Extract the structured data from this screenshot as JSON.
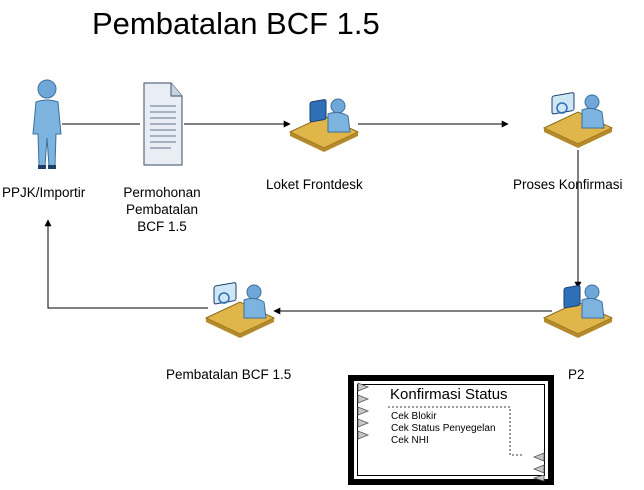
{
  "title": "Pembatalan BCF 1.5",
  "nodes": {
    "importir": "PPJK/Importir",
    "document": [
      "Permohonan",
      "Pembatalan",
      "BCF 1.5"
    ],
    "frontdesk": "Loket Frontdesk",
    "konfirmasi": "Proses Konfirmasi",
    "p2": "P2",
    "pembatalan": "Pembatalan BCF 1.5"
  },
  "status_box": {
    "title": "Konfirmasi Status",
    "items": [
      "Cek Blokir",
      "Cek Status Penyegelan",
      "Cek NHI"
    ]
  },
  "colors": {
    "person_blue": "#6fa8d8",
    "desk": "#e0b64a",
    "monitor": "#2f6fb8",
    "line": "#000000"
  },
  "icons": [
    "person-icon",
    "document-icon",
    "workstation-icon"
  ]
}
